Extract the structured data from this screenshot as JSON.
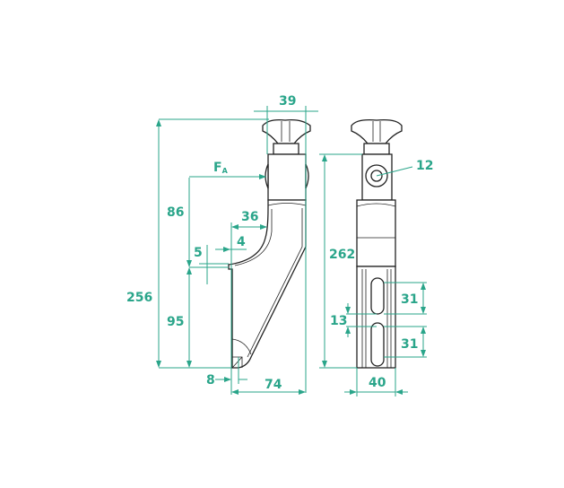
{
  "drawing": {
    "line_color": "#2aa58a",
    "side_view": {
      "force_label": "F",
      "force_subscript": "A",
      "dims": {
        "overall_height": "256",
        "upper": "86",
        "lower": "95",
        "knob_width": "39",
        "arm_offset": "36",
        "lip": "4",
        "step": "5",
        "foot": "8",
        "depth": "74"
      }
    },
    "front_view": {
      "dims": {
        "hole": "12",
        "height": "262",
        "slot_upper": "31",
        "slot_gap": "13",
        "slot_lower": "31",
        "width": "40"
      }
    }
  }
}
